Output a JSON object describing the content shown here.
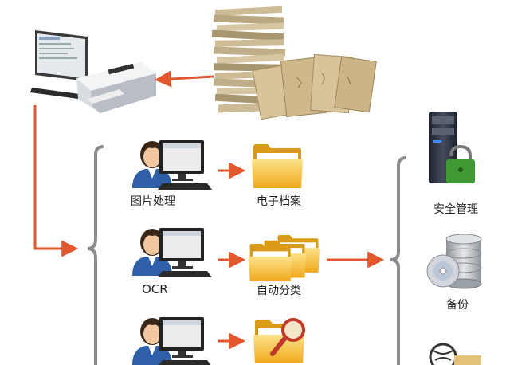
{
  "labels": {
    "image_processing": "图片处理",
    "ocr": "OCR",
    "electronic_archive": "电子档案",
    "auto_classify": "自动分类",
    "security_management": "安全管理",
    "backup": "备份"
  },
  "colors": {
    "arrow": "#e2572c",
    "bracket": "#8c8c8c",
    "folder": "#f4b731",
    "folder_dark": "#d99a17",
    "paper": "#d8c39a",
    "server": "#2b3140",
    "lock": "#3f9a35",
    "shirt": "#2f5fa8",
    "hair": "#3a2616",
    "skin": "#f1c7a1"
  },
  "icons": [
    "scanner-workstation-icon",
    "paper-archive-stack-icon",
    "operator-computer-icon",
    "folder-icon",
    "multi-folder-icon",
    "search-folder-icon",
    "server-lock-icon",
    "disk-stack-icon",
    "network-globe-icon"
  ]
}
